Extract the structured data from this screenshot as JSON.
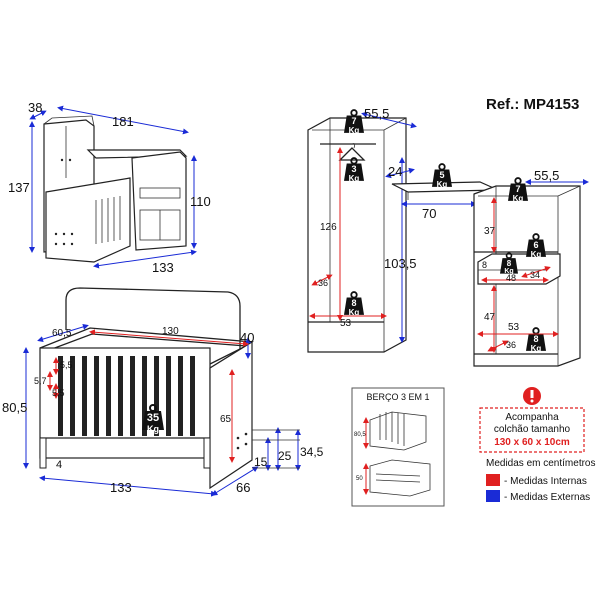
{
  "ref": "Ref.: MP4153",
  "top_left": {
    "depth": "38",
    "width": "181",
    "height": "137",
    "height_right": "110",
    "depth_right": "133"
  },
  "crib": {
    "depth_top": "60,5",
    "inner_length": "130",
    "height_head": "40",
    "height_total": "80,5",
    "gap_top": "5,5",
    "gap_side": "5,7",
    "gap_mid": "5,5",
    "inner_height": "65",
    "bottom_15": "15",
    "bottom_25": "25",
    "bottom_34": "34,5",
    "foot": "4",
    "length": "133",
    "depth": "66",
    "load": "35",
    "kg": "Kg"
  },
  "wardrobe": {
    "width": "55,5",
    "hanger": "126",
    "height": "103,5",
    "inner_depth": "36",
    "inner_width": "53",
    "load_top": "7",
    "load_bar": "3",
    "load_bottom": "8",
    "kg": "Kg"
  },
  "desk": {
    "depth": "24",
    "length": "70",
    "load": "5",
    "kg": "Kg"
  },
  "dresser": {
    "width": "55,5",
    "shelf_h": "37",
    "drawer_w": "48",
    "drawer_h": "8",
    "drawer_d": "34",
    "lower_h": "47",
    "inner_w": "53",
    "inner_d": "36",
    "load_top": "7",
    "load_shelf": "6",
    "load_drawer": "8",
    "load_bottom": "8",
    "kg": "Kg"
  },
  "inset": {
    "title": "BERÇO 3 EM 1",
    "h1": "80,5",
    "h2": "50"
  },
  "note": {
    "line1": "Acompanha",
    "line2": "colchão tamanho",
    "line3": "130 x 60 x 10cm"
  },
  "legend": {
    "title": "Medidas em centímetros",
    "internal": "- Medidas Internas",
    "external": "- Medidas Externas",
    "internal_color": "#e02020",
    "external_color": "#1a2bd6"
  }
}
